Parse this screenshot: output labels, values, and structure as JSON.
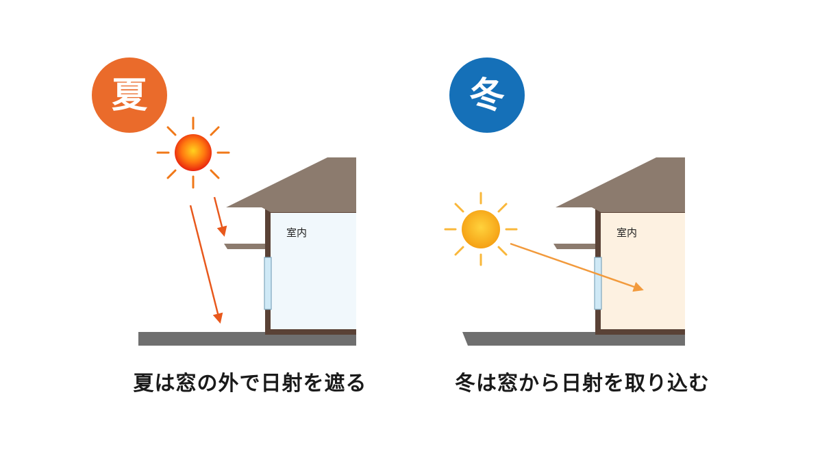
{
  "summer": {
    "badge": "夏",
    "badge_color": "#EA6B2B",
    "sun_color": "#F03C12",
    "ray_color": "#F07818",
    "arrow_color": "#E8581C",
    "room_label": "室内",
    "room_color": "#F1F8FC",
    "caption": "夏は窓の外で日射を遮る"
  },
  "winter": {
    "badge": "冬",
    "badge_color": "#1570B8",
    "sun_color": "#F7A51C",
    "ray_color": "#F9B73A",
    "arrow_color": "#F29A3C",
    "room_label": "室内",
    "room_color": "#FDF1E1",
    "caption": "冬は窓から日射を取り込む"
  },
  "colors": {
    "roof": "#8C7B6E",
    "wall": "#5A4236",
    "ground": "#6F6F6F",
    "window": "#CFE9F6"
  }
}
